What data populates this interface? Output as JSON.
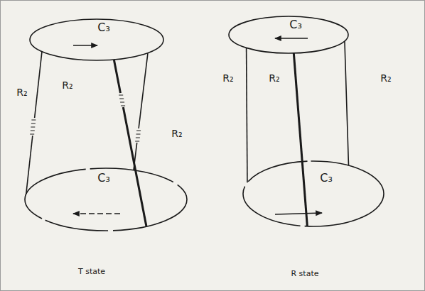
{
  "diagram": {
    "nodes": [
      {
        "text": [
          "C₃"
        ]
      },
      {
        "text": [
          "C₃"
        ]
      },
      {
        "text": [
          "C₃"
        ]
      },
      {
        "text": [
          "C₃"
        ]
      }
    ],
    "edges": [
      {
        "from": 0,
        "to": 1,
        "arrow": "none",
        "label": "R₂"
      },
      {
        "from": 0,
        "to": 1,
        "arrow": "none",
        "label": "R₂"
      },
      {
        "from": 0,
        "to": 1,
        "arrow": "none",
        "label": "R₂"
      },
      {
        "from": 2,
        "to": 3,
        "arrow": "none",
        "label": "R₂"
      },
      {
        "from": 2,
        "to": 3,
        "arrow": "none",
        "label": "R₂"
      },
      {
        "from": 2,
        "to": 3,
        "arrow": "none",
        "label": "R₂"
      }
    ],
    "labels": [
      "T state",
      "R state"
    ]
  }
}
